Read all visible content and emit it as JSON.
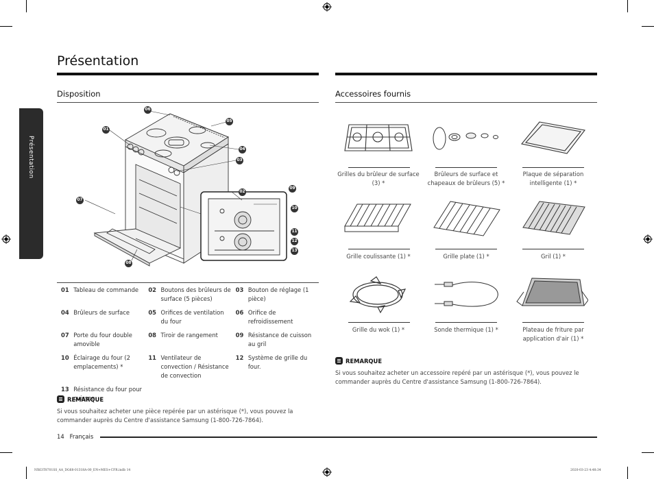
{
  "page": {
    "title": "Présentation",
    "side_tab": "Présentation",
    "page_number": "14",
    "language": "Français",
    "file_info": "NX63T8701SS_AA_DG68-01318A-00_EN+MES+CFR.indb   14",
    "timestamp": "2020-03-23   4:48:34"
  },
  "disposition": {
    "heading": "Disposition",
    "callouts": [
      "06",
      "05",
      "01",
      "04",
      "03",
      "02",
      "09",
      "07",
      "10",
      "11",
      "12",
      "13",
      "08"
    ],
    "parts": [
      [
        {
          "num": "01",
          "label": "Tableau de commande"
        },
        {
          "num": "02",
          "label": "Boutons des brûleurs de surface (5 pièces)"
        },
        {
          "num": "03",
          "label": "Bouton de réglage (1 pièce)"
        }
      ],
      [
        {
          "num": "04",
          "label": "Brûleurs de surface"
        },
        {
          "num": "05",
          "label": "Orifices de ventilation du four"
        },
        {
          "num": "06",
          "label": "Orifice de refroidissement"
        }
      ],
      [
        {
          "num": "07",
          "label": "Porte du four double amovible"
        },
        {
          "num": "08",
          "label": "Tiroir de rangement"
        },
        {
          "num": "09",
          "label": "Résistance de cuisson au gril"
        }
      ],
      [
        {
          "num": "10",
          "label": "Éclairage du four (2 emplacements) *"
        },
        {
          "num": "11",
          "label": "Ventilateur de convection / Résistance de convection"
        },
        {
          "num": "12",
          "label": "Système de grille du four."
        }
      ],
      [
        {
          "num": "13",
          "label": "Résistance du four pour cuisson"
        },
        {
          "num": "",
          "label": ""
        },
        {
          "num": "",
          "label": ""
        }
      ]
    ],
    "note_title": "REMARQUE",
    "note_text": "Si vous souhaitez acheter une pièce repérée par un astérisque (*), vous pouvez la commander auprès du Centre d'assistance Samsung (1-800-726-7864)."
  },
  "accessories": {
    "heading": "Accessoires fournis",
    "items": [
      {
        "label": "Grilles du brûleur de surface (3) *",
        "icon": "burner-grate-icon"
      },
      {
        "label": "Brûleurs de surface et chapeaux de brûleurs (5) *",
        "icon": "burner-caps-icon"
      },
      {
        "label": "Plaque de séparation intelligente (1) *",
        "icon": "divider-plate-icon"
      },
      {
        "label": "Grille coulissante (1) *",
        "icon": "gliding-rack-icon"
      },
      {
        "label": "Grille plate (1) *",
        "icon": "flat-rack-icon"
      },
      {
        "label": "Gril (1) *",
        "icon": "grill-pan-icon"
      },
      {
        "label": "Grille du wok (1) *",
        "icon": "wok-grate-icon"
      },
      {
        "label": "Sonde thermique (1) *",
        "icon": "temp-probe-icon"
      },
      {
        "label": "Plateau de friture par application d'air (1) *",
        "icon": "air-fry-tray-icon"
      }
    ],
    "note_title": "REMARQUE",
    "note_text": "Si vous souhaitez acheter un accessoire repéré par un astérisque (*), vous pouvez le commander auprès du Centre d'assistance Samsung (1-800-726-7864)."
  }
}
